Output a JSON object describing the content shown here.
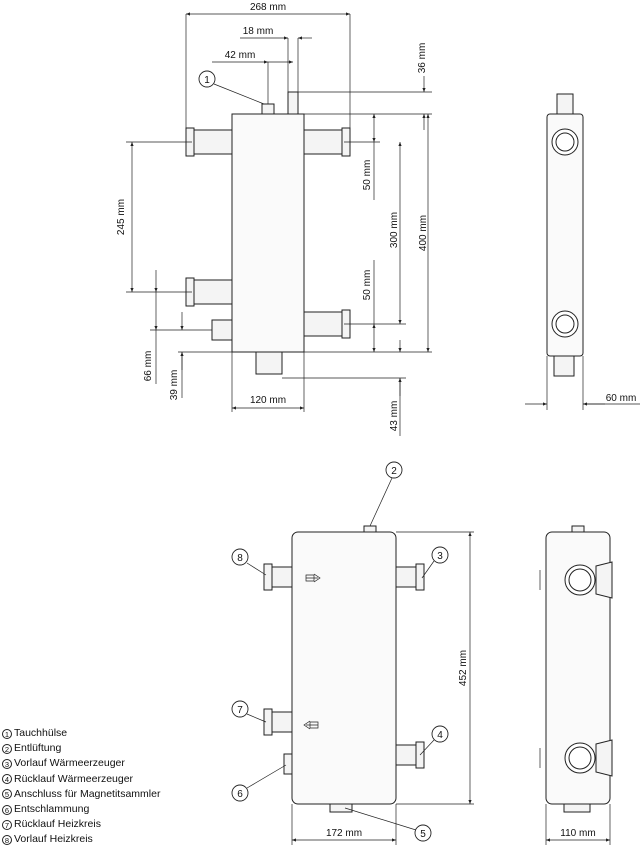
{
  "dimensions": {
    "total_width": "268 mm",
    "d18": "18 mm",
    "d42": "42 mm",
    "d36": "36 mm",
    "d245": "245 mm",
    "d50_top": "50 mm",
    "d300": "300 mm",
    "d400": "400 mm",
    "d50_bottom": "50 mm",
    "d66": "66 mm",
    "d39": "39 mm",
    "d120": "120 mm",
    "d43": "43 mm",
    "d60": "60 mm",
    "d452": "452 mm",
    "d172": "172 mm",
    "d110": "110 mm"
  },
  "callouts": {
    "c1": "1",
    "c2": "2",
    "c3": "3",
    "c4": "4",
    "c5": "5",
    "c6": "6",
    "c7": "7",
    "c8": "8"
  },
  "legend": [
    {
      "num": "1",
      "label": "Tauchhülse"
    },
    {
      "num": "2",
      "label": " Entlüftung"
    },
    {
      "num": "3",
      "label": "Vorlauf Wärmeerzeuger"
    },
    {
      "num": "4",
      "label": "Rücklauf Wärmeerzeuger"
    },
    {
      "num": "5",
      "label": "Anschluss für Magnetitsammler"
    },
    {
      "num": "6",
      "label": "Entschlammung"
    },
    {
      "num": "7",
      "label": "Rücklauf Heizkreis"
    },
    {
      "num": "8",
      "label": "Vorlauf Heizkreis"
    }
  ]
}
